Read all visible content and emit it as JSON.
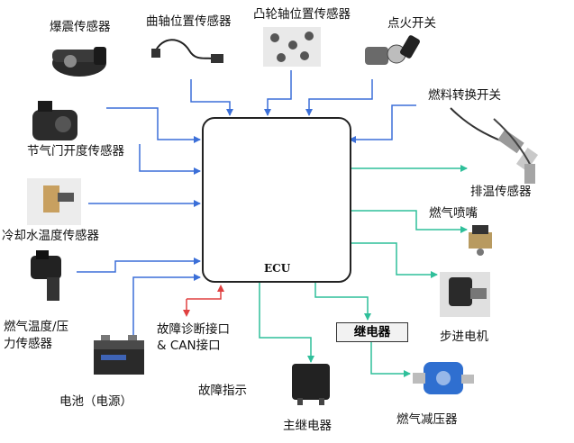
{
  "ecu": {
    "label": "ECU"
  },
  "inputs": {
    "knock_sensor": "爆震传感器",
    "crank_sensor": "曲轴位置传感器",
    "cam_sensor": "凸轮轴位置传感器",
    "ignition_switch": "点火开关",
    "fuel_switch": "燃料转换开关",
    "throttle_sensor": "节气门开度传感器",
    "coolant_sensor": "冷却水温度传感器",
    "gas_temp_pressure_sensor_line1": "燃气温度/压",
    "gas_temp_pressure_sensor_line2": "力传感器",
    "battery": "电池（电源）"
  },
  "diagnostics": {
    "port_line1": "故障诊断接口",
    "port_line2": "& CAN接口",
    "fault_indicator": "故障指示"
  },
  "outputs": {
    "exhaust_temp_sensor": "排温传感器",
    "gas_injector": "燃气喷嘴",
    "stepper_motor": "步进电机",
    "relay": "继电器",
    "main_relay": "主继电器",
    "gas_reducer": "燃气减压器"
  },
  "colors": {
    "input_arrow": "#3b6fd8",
    "output_arrow": "#2fbf9a",
    "diag_arrow": "#e04040"
  }
}
